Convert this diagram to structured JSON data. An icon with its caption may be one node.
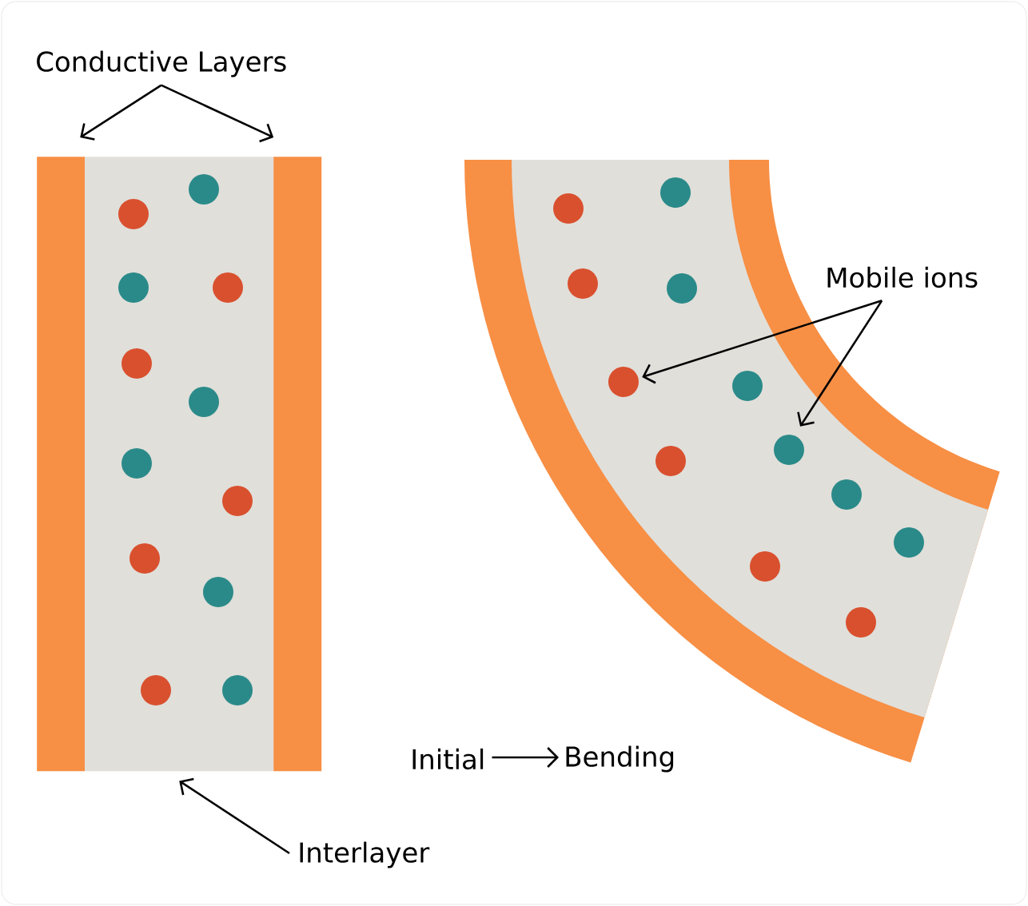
{
  "diagram": {
    "nodes": [
      {
        "text": [
          "Conductive Layers"
        ]
      },
      {
        "text": [],
        "shape": "box"
      },
      {
        "text": [],
        "shape": "box"
      },
      {
        "text": [],
        "shape": "box"
      },
      {
        "text": [],
        "shape": "circle",
        "in": 2
      },
      {
        "text": [],
        "shape": "circle",
        "in": 2
      },
      {
        "text": [],
        "shape": "circle",
        "in": 2
      },
      {
        "text": [],
        "shape": "circle",
        "in": 2
      },
      {
        "text": [],
        "shape": "circle",
        "in": 2
      },
      {
        "text": [],
        "shape": "circle",
        "in": 2
      },
      {
        "text": [],
        "shape": "circle",
        "in": 2
      },
      {
        "text": [],
        "shape": "circle",
        "in": 2
      },
      {
        "text": [],
        "shape": "circle",
        "in": 2
      },
      {
        "text": [],
        "shape": "circle",
        "in": 2
      },
      {
        "text": [],
        "shape": "circle",
        "in": 2
      },
      {
        "text": [],
        "shape": "circle",
        "in": 2
      },
      {
        "text": [
          "Interlayer"
        ]
      },
      {
        "text": [
          "Mobile ions"
        ]
      },
      {
        "text": [],
        "shape": "circle"
      },
      {
        "text": [],
        "shape": "circle"
      },
      {
        "text": [],
        "shape": "circle"
      },
      {
        "text": [],
        "shape": "circle"
      },
      {
        "text": [],
        "shape": "circle"
      },
      {
        "text": [],
        "shape": "circle"
      },
      {
        "text": [],
        "shape": "circle"
      },
      {
        "text": [],
        "shape": "circle"
      },
      {
        "text": [],
        "shape": "circle"
      },
      {
        "text": [],
        "shape": "circle"
      },
      {
        "text": [],
        "shape": "circle"
      },
      {
        "text": [],
        "shape": "circle"
      },
      {
        "text": [
          "Initial"
        ]
      },
      {
        "text": [
          "Bending"
        ]
      }
    ],
    "edges": [
      {
        "from": 0,
        "to": 1,
        "arrow": "to"
      },
      {
        "from": 0,
        "to": 3,
        "arrow": "to"
      },
      {
        "from": 16,
        "to": 2,
        "arrow": "to"
      },
      {
        "from": 17,
        "to": 20,
        "arrow": "to"
      },
      {
        "from": 17,
        "to": 26,
        "arrow": "to"
      },
      {
        "from": 30,
        "to": 31,
        "arrow": "to"
      }
    ]
  }
}
